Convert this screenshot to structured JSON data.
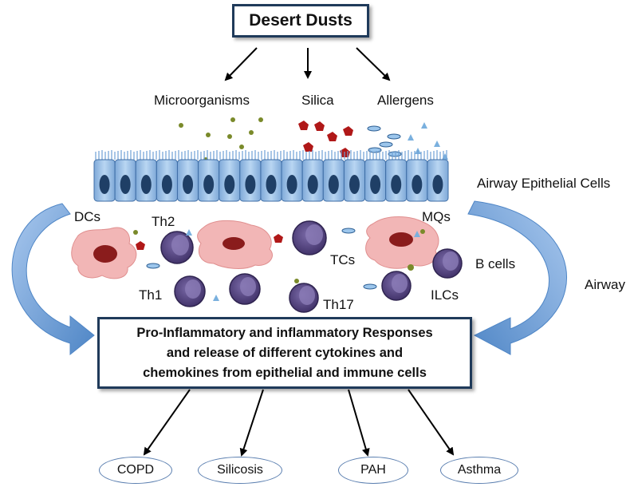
{
  "title": "Desert Dusts",
  "components": {
    "microorganisms": "Microorganisms",
    "silica": "Silica",
    "allergens": "Allergens"
  },
  "layers": {
    "epithelium": "Airway Epithelial Cells",
    "airway": "Airway"
  },
  "cells": {
    "dcs": "DCs",
    "th2": "Th2",
    "mqs": "MQs",
    "tcs": "TCs",
    "b_cells": "B cells",
    "th1": "Th1",
    "th17": "Th17",
    "ilcs": "ILCs"
  },
  "response": {
    "line1": "Pro-Inflammatory and inflammatory Responses",
    "line2": "and release of different cytokines and",
    "line3": "chemokines from epithelial and immune cells"
  },
  "outcomes": {
    "copd": "COPD",
    "silicosis": "Silicosis",
    "pah": "PAH",
    "asthma": "Asthma"
  },
  "colors": {
    "box_border": "#1f3a5a",
    "epithelial_cell": "#9ec3ea",
    "nucleus": "#1f3f66",
    "lymphocyte": "#5a4a86",
    "macrophage": "#f2b6b6",
    "silica_particle": "#b01818",
    "microbe": "#7a8a2a",
    "allergen": "#7ab0de",
    "curved_arrow": "#6e9fd6"
  }
}
